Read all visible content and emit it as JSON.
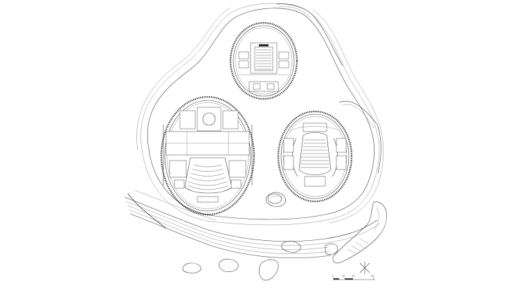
{
  "plan": {
    "halls": [
      {
        "id": "north",
        "feature": "small-theatre"
      },
      {
        "id": "west",
        "feature": "opera-house-with-stage"
      },
      {
        "id": "east",
        "feature": "concert-hall"
      }
    ]
  },
  "scale": {
    "labels": [
      "0",
      "10",
      "20",
      "50"
    ]
  },
  "colors": {
    "line": "#3a3a3a",
    "background": "#ffffff",
    "wall": "#1a1a1a"
  }
}
